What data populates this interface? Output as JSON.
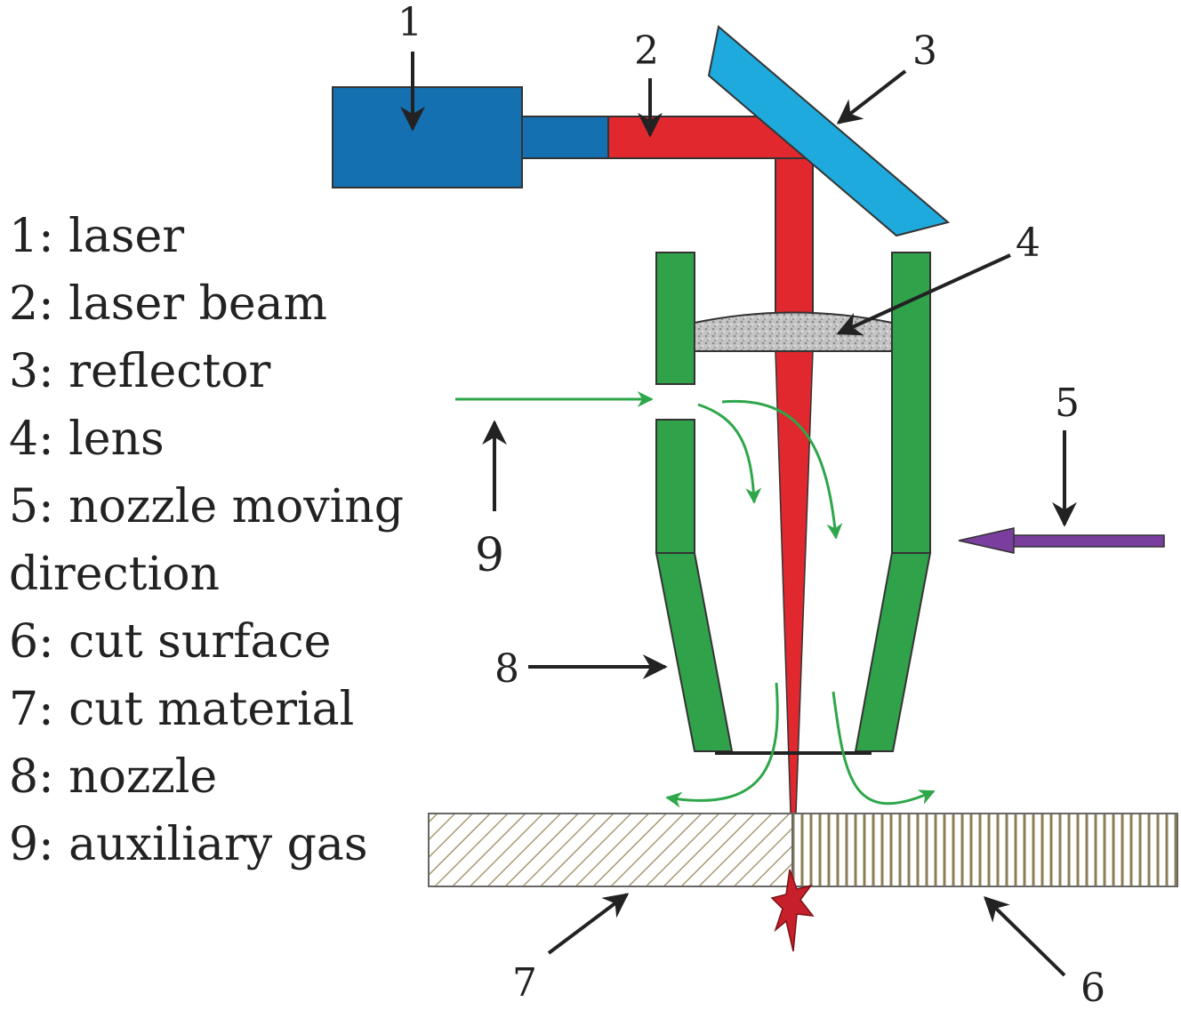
{
  "legend": [
    "1: laser",
    "2: laser beam",
    "3: reflector",
    "4: lens",
    "5: nozzle moving",
    "direction",
    "6: cut surface",
    "7: cut material",
    "8: nozzle",
    "9: auxiliary gas"
  ],
  "callouts": {
    "laser": "1",
    "laser_beam": "2",
    "reflector": "3",
    "lens": "4",
    "moving_direction": "5",
    "cut_surface": "6",
    "cut_material": "7",
    "nozzle": "8",
    "auxiliary_gas": "9"
  },
  "colors": {
    "laser_body": "#1470b0",
    "laser_beam": "#e0282e",
    "reflector": "#1eaadc",
    "nozzle": "#2fa24a",
    "gas_flow": "#2ea64a",
    "move_arrow": "#7a3e9e",
    "material_stripe": "#a89a74",
    "lens": "#bfbfbf",
    "spark": "#c8202a"
  }
}
